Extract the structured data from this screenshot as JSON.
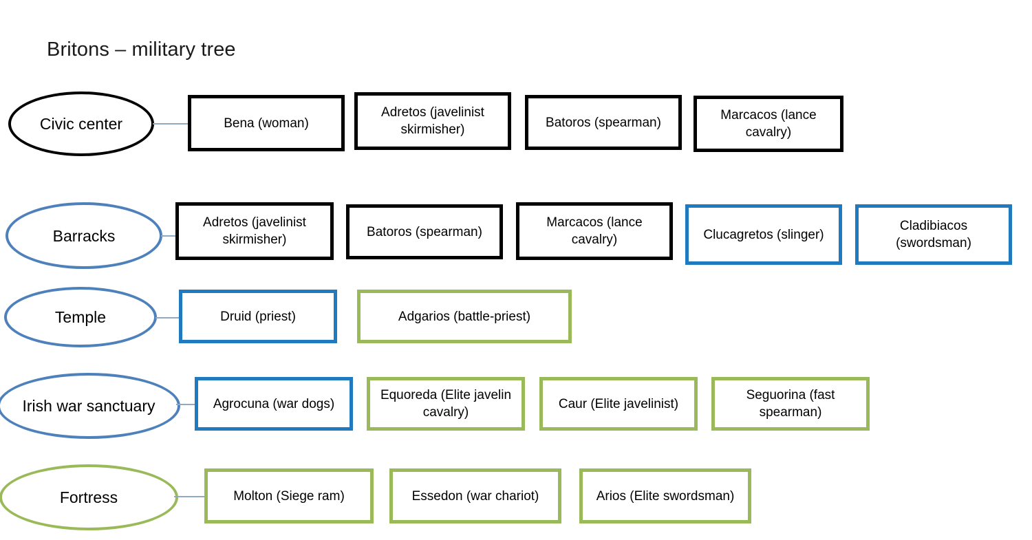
{
  "title": "Britons – military tree",
  "colors": {
    "black": "#000000",
    "blue_box": "#1F7AC0",
    "blue_ellipse": "#4E81BC",
    "green": "#9AB958",
    "connector": "#8EA9C1",
    "background": "#FFFFFF"
  },
  "rows": [
    {
      "id": "civic-center",
      "node": {
        "label": "Civic center",
        "stroke": "black"
      },
      "connector": true,
      "units": [
        {
          "label": "Bena (woman)",
          "stroke": "black"
        },
        {
          "label": "Adretos (javelinist skirmisher)",
          "stroke": "black"
        },
        {
          "label": "Batoros (spearman)",
          "stroke": "black"
        },
        {
          "label": "Marcacos (lance cavalry)",
          "stroke": "black"
        }
      ]
    },
    {
      "id": "barracks",
      "node": {
        "label": "Barracks",
        "stroke": "blue"
      },
      "connector": true,
      "units": [
        {
          "label": "Adretos (javelinist skirmisher)",
          "stroke": "black"
        },
        {
          "label": "Batoros (spearman)",
          "stroke": "black"
        },
        {
          "label": "Marcacos (lance cavalry)",
          "stroke": "black"
        },
        {
          "label": "Clucagretos (slinger)",
          "stroke": "blue"
        },
        {
          "label": "Cladibiacos (swordsman)",
          "stroke": "blue"
        }
      ]
    },
    {
      "id": "temple",
      "node": {
        "label": "Temple",
        "stroke": "blue"
      },
      "connector": true,
      "units": [
        {
          "label": "Druid (priest)",
          "stroke": "blue"
        },
        {
          "label": "Adgarios (battle-priest)",
          "stroke": "green"
        }
      ]
    },
    {
      "id": "irish-war-sanctuary",
      "node": {
        "label": "Irish war sanctuary",
        "stroke": "blue"
      },
      "connector": true,
      "units": [
        {
          "label": "Agrocuna (war dogs)",
          "stroke": "blue"
        },
        {
          "label": "Equoreda (Elite javelin cavalry)",
          "stroke": "green"
        },
        {
          "label": "Caur (Elite javelinist)",
          "stroke": "green"
        },
        {
          "label": "Seguorina (fast spearman)",
          "stroke": "green"
        }
      ]
    },
    {
      "id": "fortress",
      "node": {
        "label": "Fortress",
        "stroke": "green"
      },
      "connector": true,
      "units": [
        {
          "label": "Molton (Siege ram)",
          "stroke": "green"
        },
        {
          "label": "Essedon (war chariot)",
          "stroke": "green"
        },
        {
          "label": "Arios (Elite swordsman)",
          "stroke": "green"
        }
      ]
    }
  ]
}
